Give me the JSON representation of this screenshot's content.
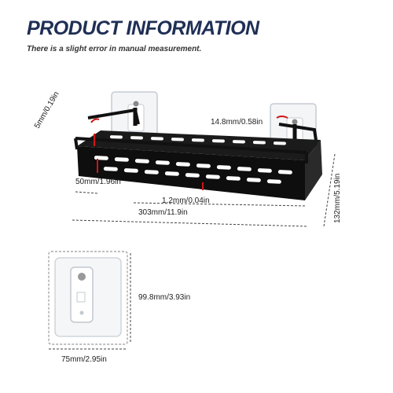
{
  "title": "PRODUCT INFORMATION",
  "subtitle": "There is a slight error in manual measurement.",
  "dimensions": {
    "rail_height": "5mm/0.19in",
    "hook_width": "14.8mm/0.58in",
    "side_depth": "50mm/1.96in",
    "thickness": "1.2mm/0.04in",
    "length": "303mm/11.9in",
    "height": "132mm/5.19in",
    "plate_height": "99.8mm/3.93in",
    "plate_width": "75mm/2.95in"
  },
  "colors": {
    "title": "#1f2f55",
    "shelf": "#111111",
    "accent": "#d01515"
  }
}
